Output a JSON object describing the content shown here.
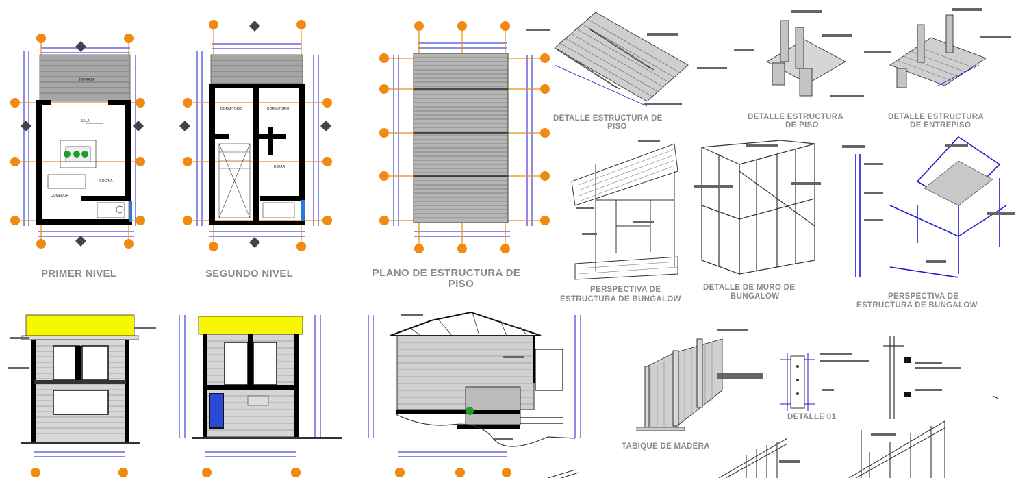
{
  "titles": {
    "primer_nivel": "PRIMER NIVEL",
    "segundo_nivel": "SEGUNDO NIVEL",
    "plano_estructura_1": "PLANO DE   ESTRUCTURA DE",
    "plano_estructura_2": "PISO",
    "detalle_piso_1a": "DETALLE ESTRUCTURA DE",
    "detalle_piso_1b": "PISO",
    "detalle_piso_2a": "DETALLE ESTRUCTURA",
    "detalle_piso_2b": "DE PISO",
    "detalle_entrepiso_a": "DETALLE ESTRUCTURA",
    "detalle_entrepiso_b": "DE ENTREPISO",
    "persp_bungalow_1a": "PERSPECTIVA DE",
    "persp_bungalow_1b": "ESTRUCTURA DE BUNGALOW",
    "detalle_muro_a": "DETALLE DE MURO DE",
    "detalle_muro_b": "BUNGALOW",
    "persp_bungalow_2a": "PERSPECTIVA DE",
    "persp_bungalow_2b": "ESTRUCTURA DE BUNGALOW",
    "tabique": "TABIQUE DE MADERA",
    "detalle_01": "DETALLE 01"
  },
  "rooms": {
    "sala": "SALA",
    "terraza": "TERRAZA",
    "cocina": "COCINA",
    "comedor": "COMEDOR",
    "dormitorio_1": "DORMITORIO",
    "dormitorio_2": "DORMITORIO",
    "estar": "ESTAR"
  },
  "colors": {
    "grid_bubble": "#f08a12",
    "dimension": "#1a1ad6",
    "wall": "#000000",
    "roof_yellow": "#f7f700",
    "title_gray": "#8a8a8a",
    "wood_gray": "#9a9a9a",
    "plant_green": "#1c9e2a"
  }
}
